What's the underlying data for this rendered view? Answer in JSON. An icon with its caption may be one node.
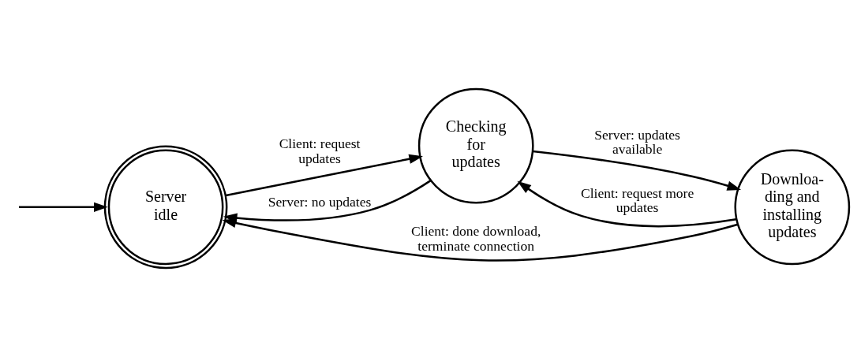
{
  "diagram": {
    "nodes": [
      {
        "text": [
          "Server idle"
        ]
      },
      {
        "text": [
          "Checking for updates"
        ]
      },
      {
        "text": [
          "Downloa- ding and installing updates"
        ]
      }
    ],
    "edges": [
      {
        "from": null,
        "to": 0,
        "arrow": "to"
      },
      {
        "from": 0,
        "to": 1,
        "arrow": "to",
        "label": "Client: request updates"
      },
      {
        "from": 1,
        "to": 2,
        "arrow": "to",
        "label": "Server: updates available"
      },
      {
        "from": 2,
        "to": 1,
        "arrow": "to",
        "label": "Client: request more updates"
      },
      {
        "from": 1,
        "to": 0,
        "arrow": "to",
        "label": "Server: no updates"
      },
      {
        "from": 2,
        "to": 0,
        "arrow": "to",
        "label": "Client: done download, terminate connection"
      }
    ]
  }
}
